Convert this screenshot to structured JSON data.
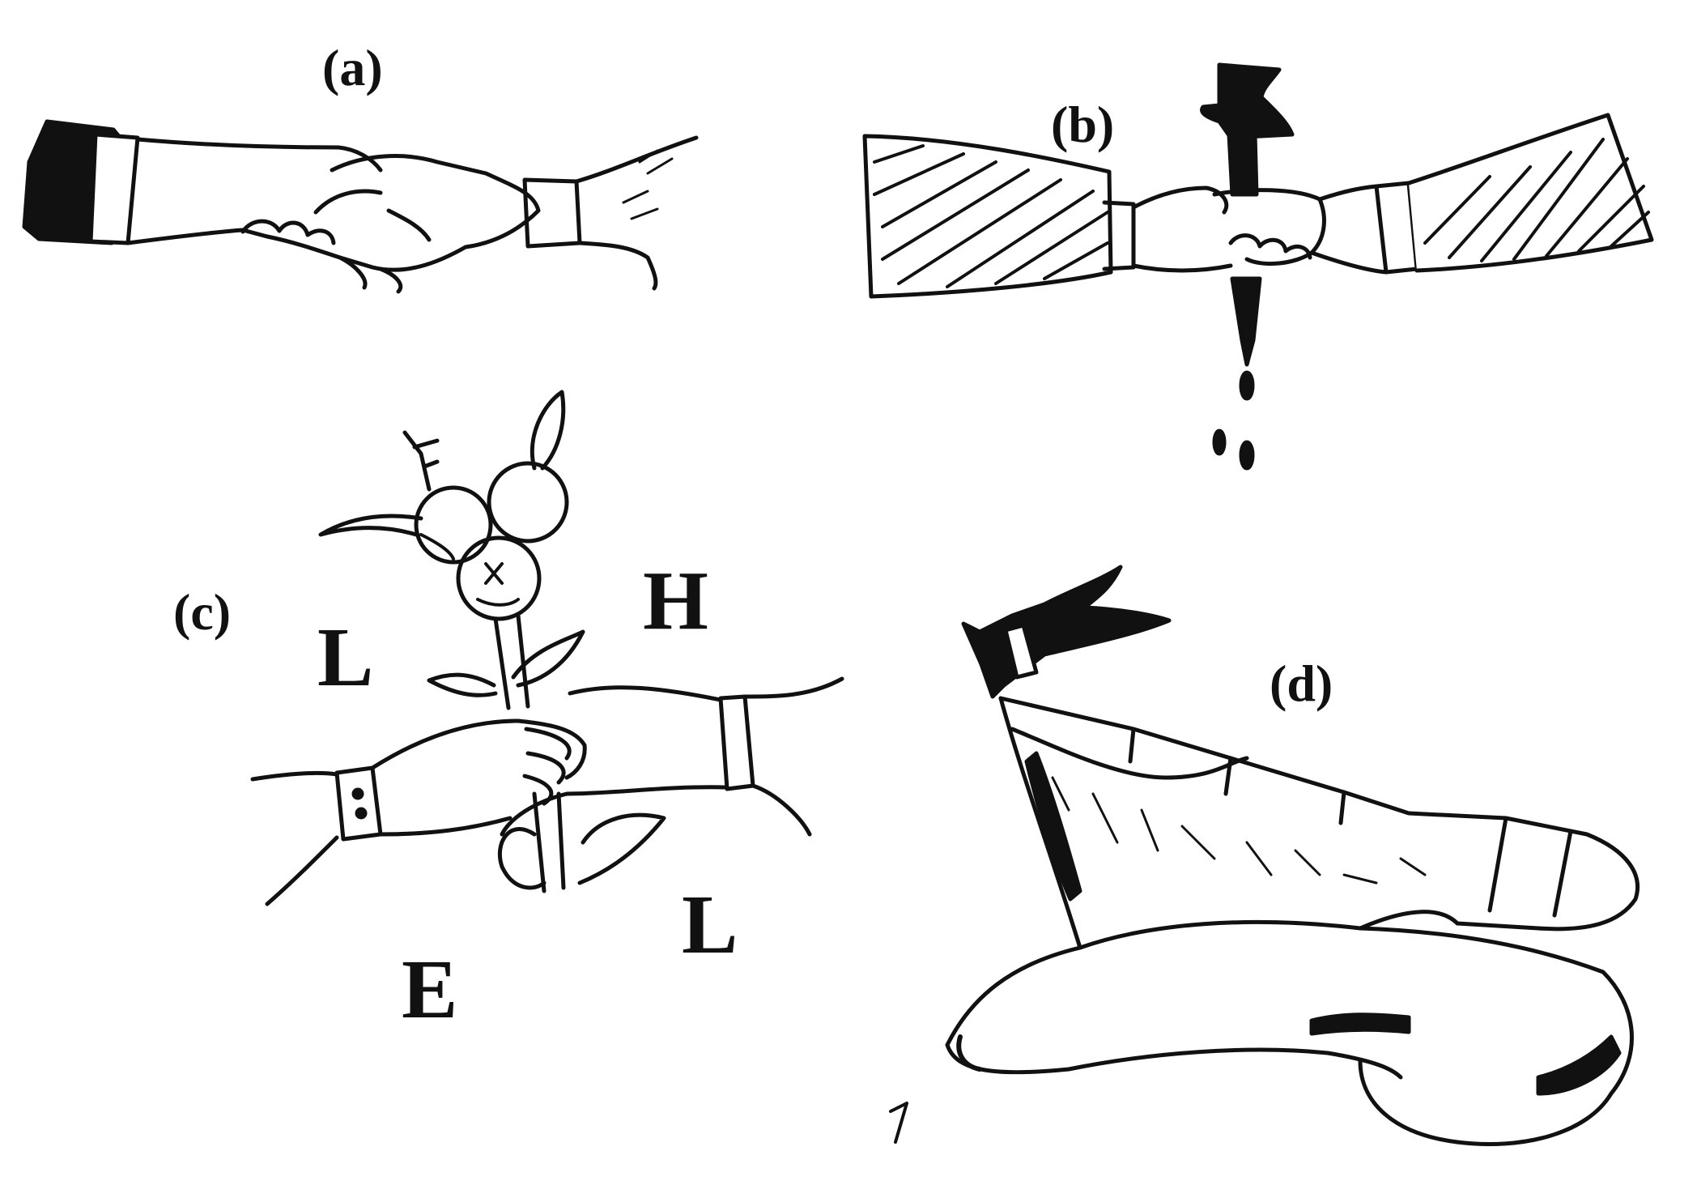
{
  "labels": {
    "a": "(a)",
    "b": "(b)",
    "c": "(c)",
    "d": "(d)"
  },
  "panel_c_letters": {
    "top_left": "L",
    "top_right": "H",
    "bottom_left": "E",
    "bottom_right": "L"
  },
  "colors": {
    "ink": "#111111",
    "paper": "#ffffff"
  }
}
